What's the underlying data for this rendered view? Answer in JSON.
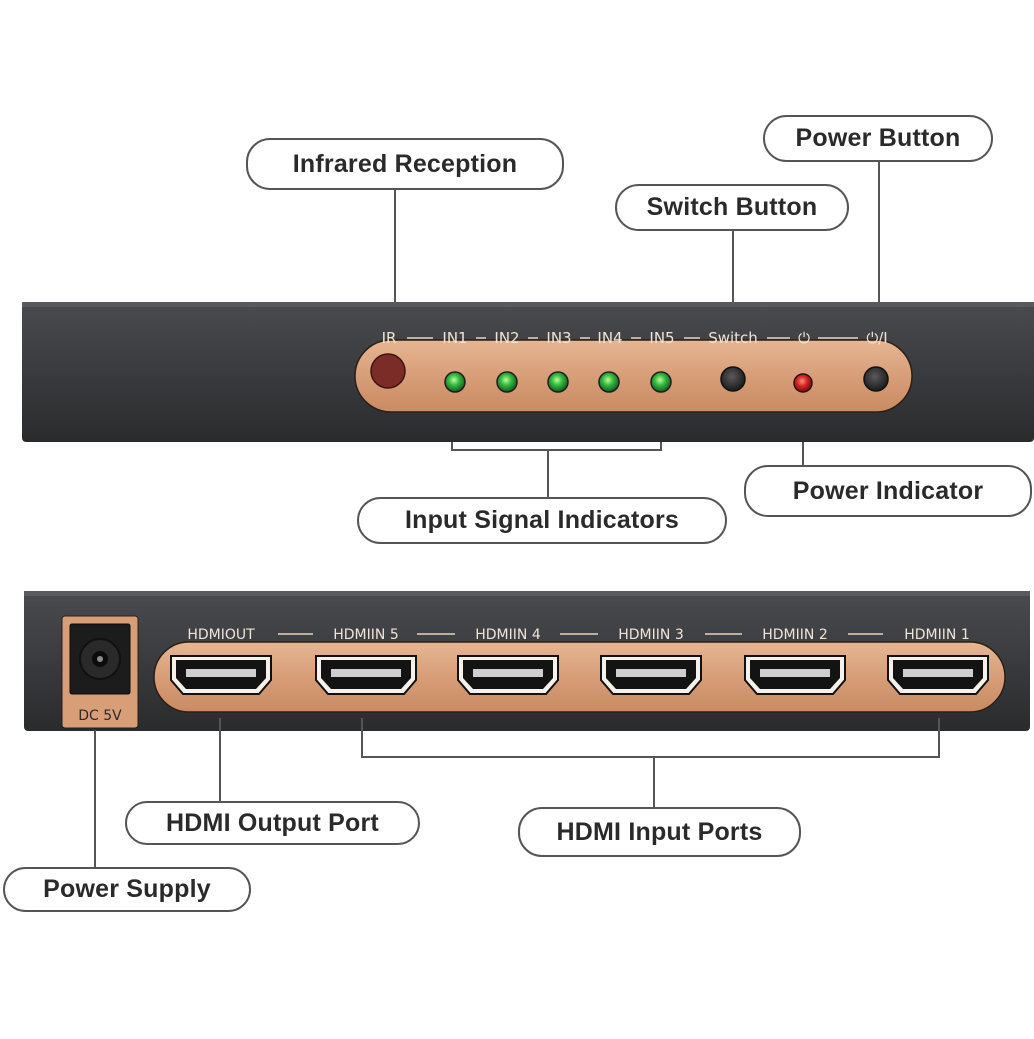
{
  "callouts": {
    "infrared": "Infrared Reception",
    "switch_button": "Switch Button",
    "power_button": "Power Button",
    "input_signal": "Input Signal Indicators",
    "power_indicator": "Power Indicator",
    "hdmi_output": "HDMI Output Port",
    "hdmi_inputs": "HDMI Input Ports",
    "power_supply": "Power Supply"
  },
  "front_panel": {
    "labels": [
      "IR",
      "IN1",
      "IN2",
      "IN3",
      "IN4",
      "IN5",
      "Switch",
      "⏻",
      "⏻/I"
    ],
    "colors": {
      "body": "#3a3b3d",
      "panel": "#d79e78",
      "led_input": "#2fae3c",
      "led_power": "#cc1e1e",
      "ir_window": "#7b2c26"
    }
  },
  "rear_panel": {
    "labels": [
      "HDMIOUT",
      "HDMIIN 5",
      "HDMIIN 4",
      "HDMIIN 3",
      "HDMIIN 2",
      "HDMIIN 1"
    ],
    "dc_label": "DC 5V"
  }
}
